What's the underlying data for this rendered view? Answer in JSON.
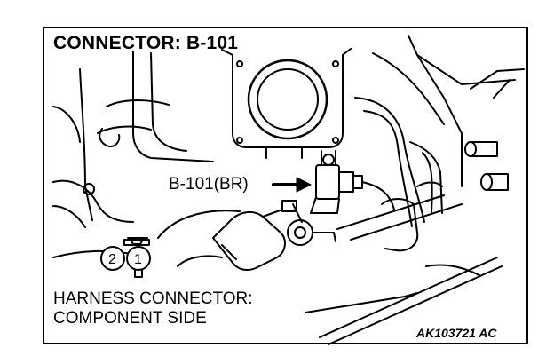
{
  "title": "CONNECTOR: B-101",
  "callout": "B-101(BR)",
  "connector_face": {
    "pins": [
      "2",
      "1"
    ]
  },
  "harness_caption": {
    "line1": "HARNESS CONNECTOR:",
    "line2": "COMPONENT SIDE"
  },
  "figure_code": "AK103721 AC"
}
